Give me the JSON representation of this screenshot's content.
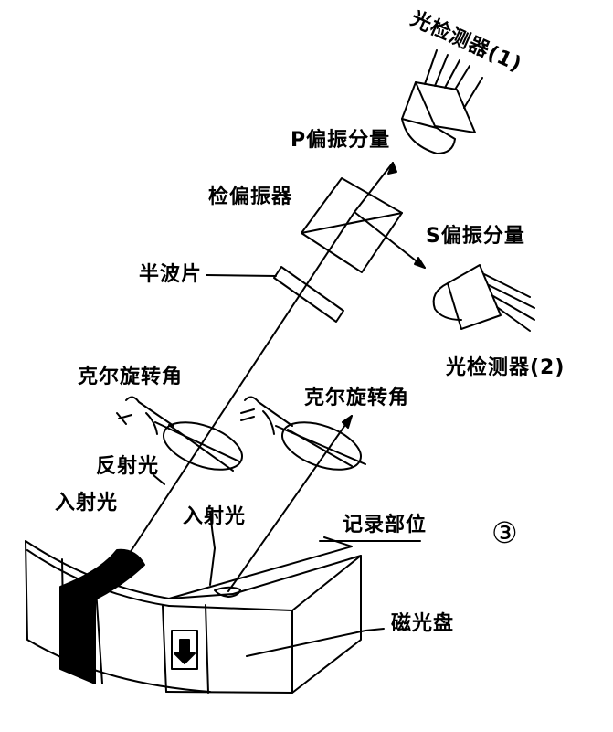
{
  "labels": {
    "detector1": "光检测器(1)",
    "p_component": "P偏振分量",
    "analyzer": "检偏振器",
    "s_component": "S偏振分量",
    "half_wave": "半波片",
    "detector2": "光检测器(2)",
    "kerr_angle_left": "克尔旋转角",
    "kerr_angle_right": "克尔旋转角",
    "reflected_light": "反射光",
    "incident_left": "入射光",
    "incident_right": "入射光",
    "record_position": "记录部位",
    "disk": "磁光盘",
    "figure_number": "③"
  },
  "icons": {
    "magnetization_arrow": "down-arrow-icon"
  }
}
